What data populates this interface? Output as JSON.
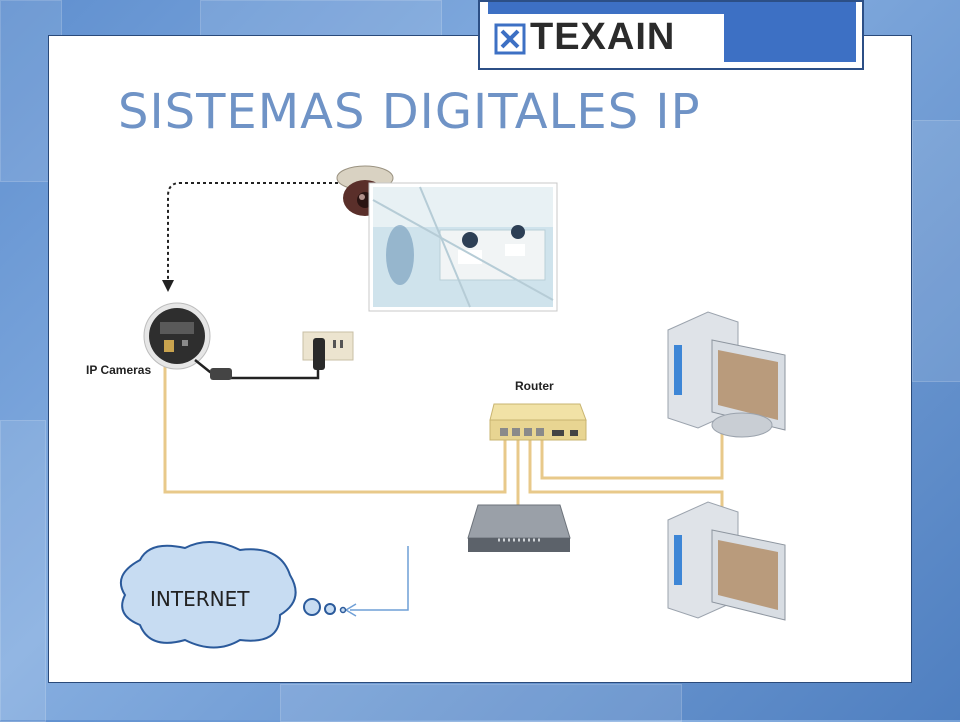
{
  "slide": {
    "title": "SISTEMAS DIGITALES IP"
  },
  "logo": {
    "text": "TEXAIN",
    "icon": "x-box-icon"
  },
  "diagram": {
    "ip_cameras_label": "IP Cameras",
    "router_label": "Router",
    "internet_label": "INTERNET"
  },
  "colors": {
    "title": "#6f93c6",
    "cable": "#e8c98a",
    "internet_line": "#6f9fd6",
    "logo_blue": "#3d70c4"
  }
}
